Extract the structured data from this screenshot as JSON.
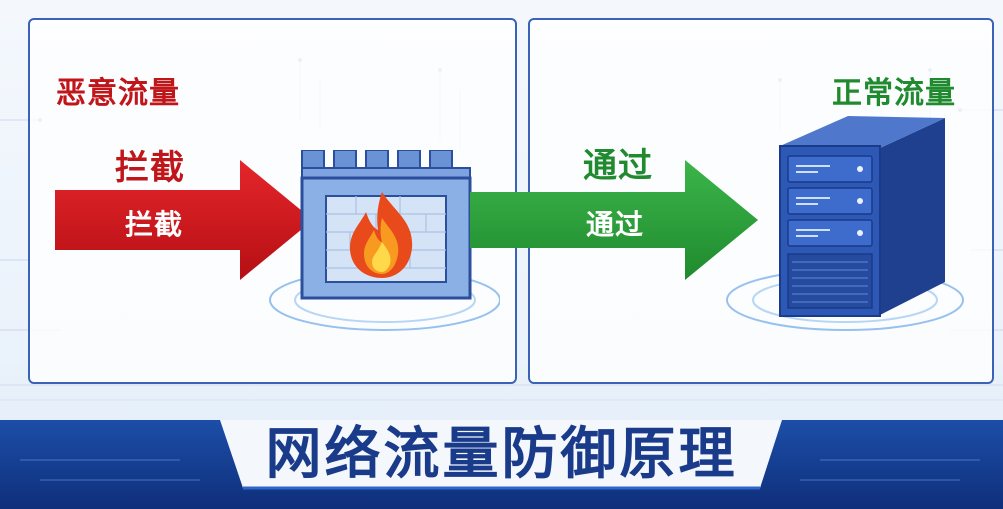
{
  "malicious": {
    "title": "恶意流量",
    "arrow_top_label": "拦截",
    "arrow_inner_label": "拦截",
    "color": "#d4181e"
  },
  "normal": {
    "title": "正常流量",
    "arrow_top_label": "通过",
    "arrow_inner_label": "通过",
    "color": "#2e9a3b"
  },
  "footer": {
    "title": "网络流量防御原理",
    "color": "#1a3a8a"
  },
  "icons": {
    "firewall": "firewall-icon",
    "flame": "flame-icon",
    "server": "server-icon"
  }
}
